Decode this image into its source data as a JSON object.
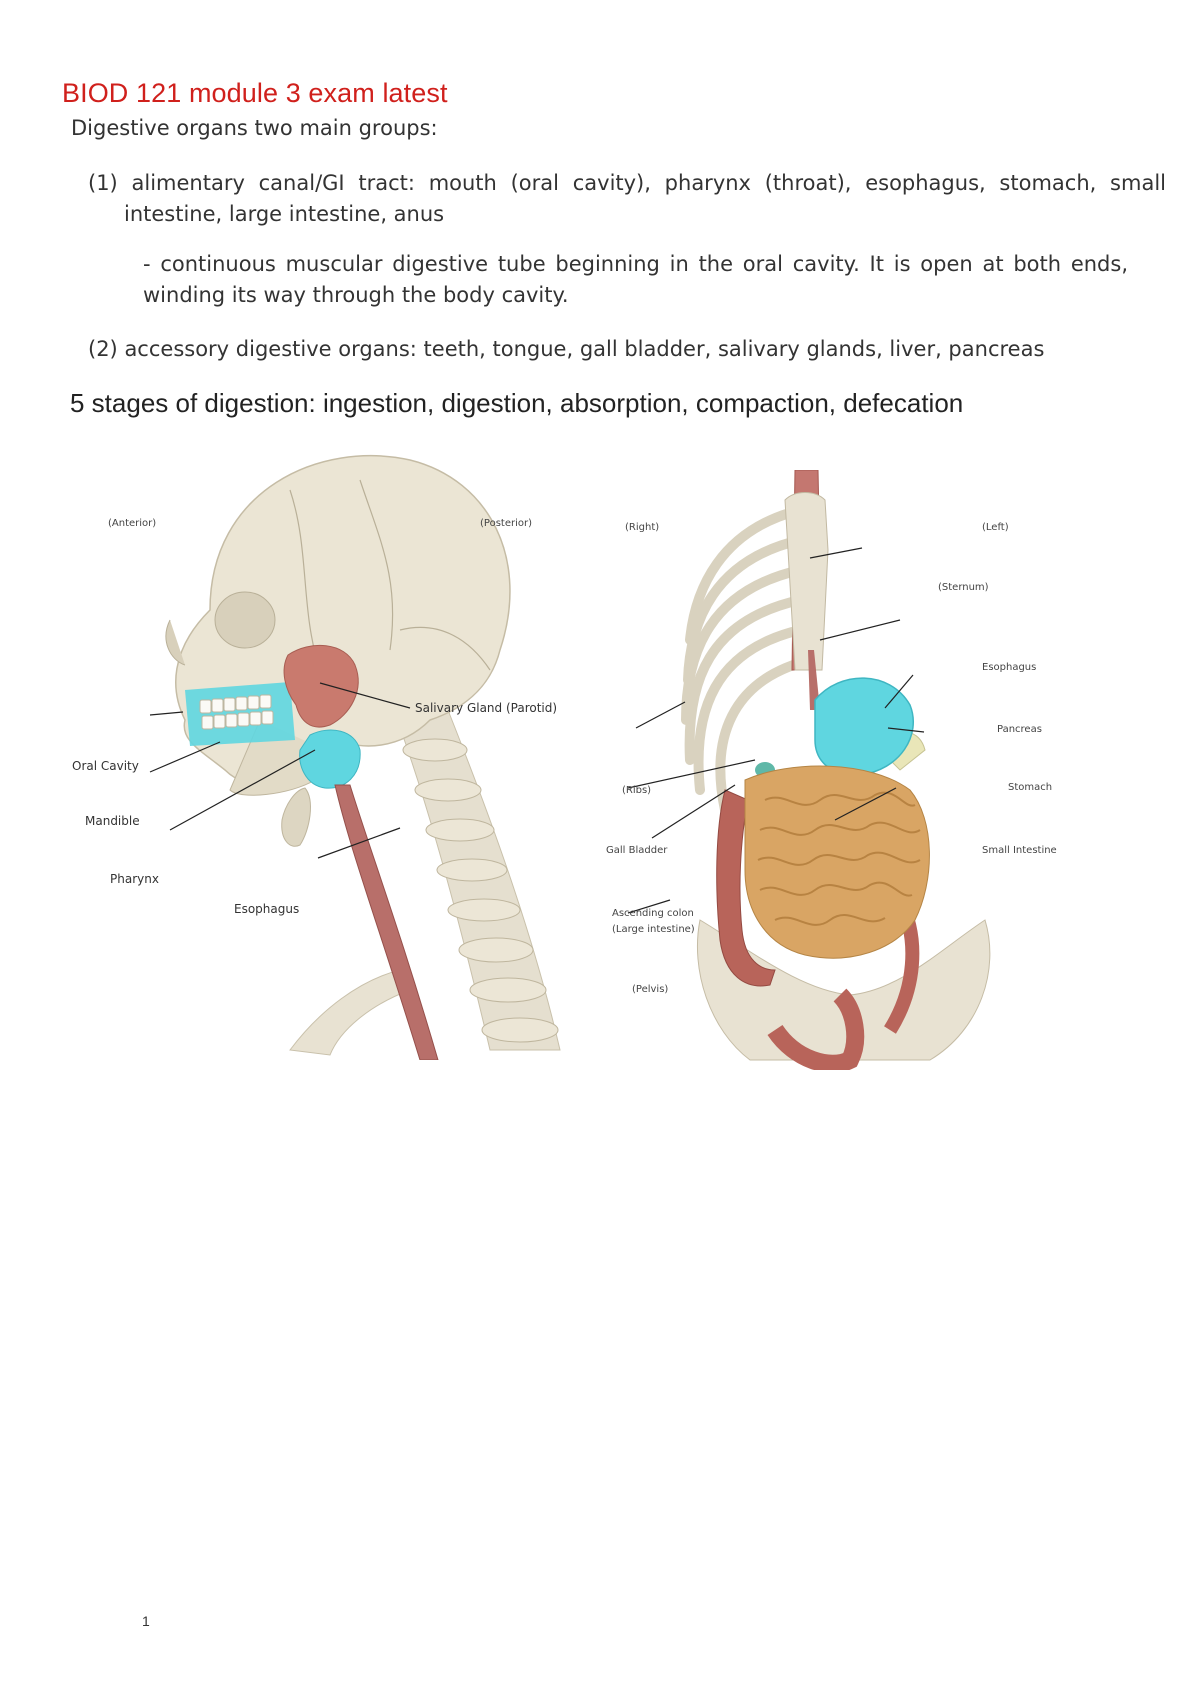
{
  "document": {
    "title": "BIOD 121 module 3 exam latest",
    "subtitle": "Digestive organs two main groups:",
    "group1": {
      "number": "(1)",
      "text": "alimentary canal/GI tract: mouth (oral cavity), pharynx (throat), esophagus, stomach, small intestine, large intestine, anus"
    },
    "group1_detail": "- continuous muscular digestive tube beginning in the oral cavity. It is open at both ends, winding its way through the body cavity.",
    "group2": {
      "number": "(2)",
      "text": "accessory digestive organs: teeth, tongue, gall bladder, salivary glands, liver, pancreas"
    },
    "stages": "5 stages of digestion: ingestion, digestion, absorption, compaction, defecation",
    "page_number": "1"
  },
  "figure_head": {
    "labels": {
      "anterior": "(Anterior)",
      "posterior": "(Posterior)",
      "salivary_gland": "Salivary Gland (Parotid)",
      "oral_cavity": "Oral Cavity",
      "mandible": "Mandible",
      "pharynx": "Pharynx",
      "esophagus": "Esophagus"
    }
  },
  "figure_torso": {
    "labels": {
      "right": "(Right)",
      "left": "(Left)",
      "sternum": "(Sternum)",
      "esophagus": "Esophagus",
      "pancreas": "Pancreas",
      "ribs": "(Ribs)",
      "stomach": "Stomach",
      "gall_bladder": "Gall Bladder",
      "small_intestine": "Small Intestine",
      "ascending_colon_1": "Ascending colon",
      "ascending_colon_2": "(Large intestine)",
      "pelvis": "(Pelvis)"
    }
  },
  "colors": {
    "title": "#d0201c",
    "highlight_organ": "#5fd6e0",
    "salivary": "#c97a6e",
    "bone": "#e8e2d2",
    "esophagus": "#b86f6a",
    "intestine": "#d9a564",
    "colon": "#b8645a"
  }
}
